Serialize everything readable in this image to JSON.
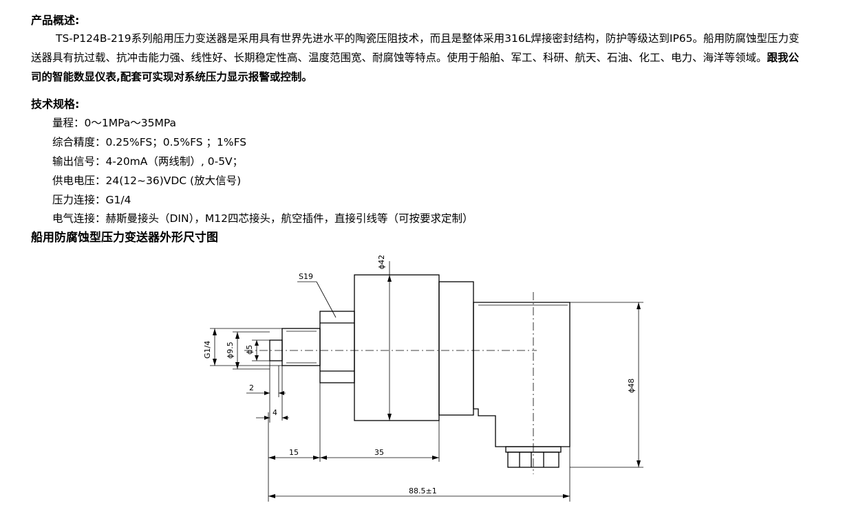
{
  "overview": {
    "title": "产品概述:",
    "para_main": "TS-P124B-219系列船用压力变送器是采用具有世界先进水平的陶瓷压阻技术，而且是整体采用316L焊接密封结构，防护等级达到IP65。船用防腐蚀型压力变送器具有抗过载、抗冲击能力强、线性好、长期稳定性高、温度范围宽、耐腐蚀等特点。使用于船舶、军工、科研、航天、石油、化工、电力、海洋等领域。",
    "para_bold": "跟我公司的智能数显仪表,配套可实现对系统压力显示报警或控制。"
  },
  "specs": {
    "title": "技术规格:",
    "items": [
      "量程：0～1MPa～35MPa",
      "综合精度：0.25%FS；0.5%FS ；1%FS",
      "输出信号：4-20mA（两线制）, 0-5V；",
      "供电电压：24(12~36)VDC (放大信号)",
      "压力连接：G1/4",
      "电气连接：赫斯曼接头（DIN），M12四芯接头，航空插件，直接引线等（可按要求定制）"
    ]
  },
  "drawing": {
    "title": "船用防腐蚀型压力变送器外形尺寸图",
    "labels": {
      "s19": "S19",
      "d42": "ϕ42",
      "d48": "ϕ48",
      "g14": "G1/4",
      "d95": "ϕ9.5",
      "d5": "ϕ5",
      "dim2": "2",
      "dim4": "4",
      "dim15": "15",
      "dim35": "35",
      "dim885": "88.5±1"
    }
  }
}
